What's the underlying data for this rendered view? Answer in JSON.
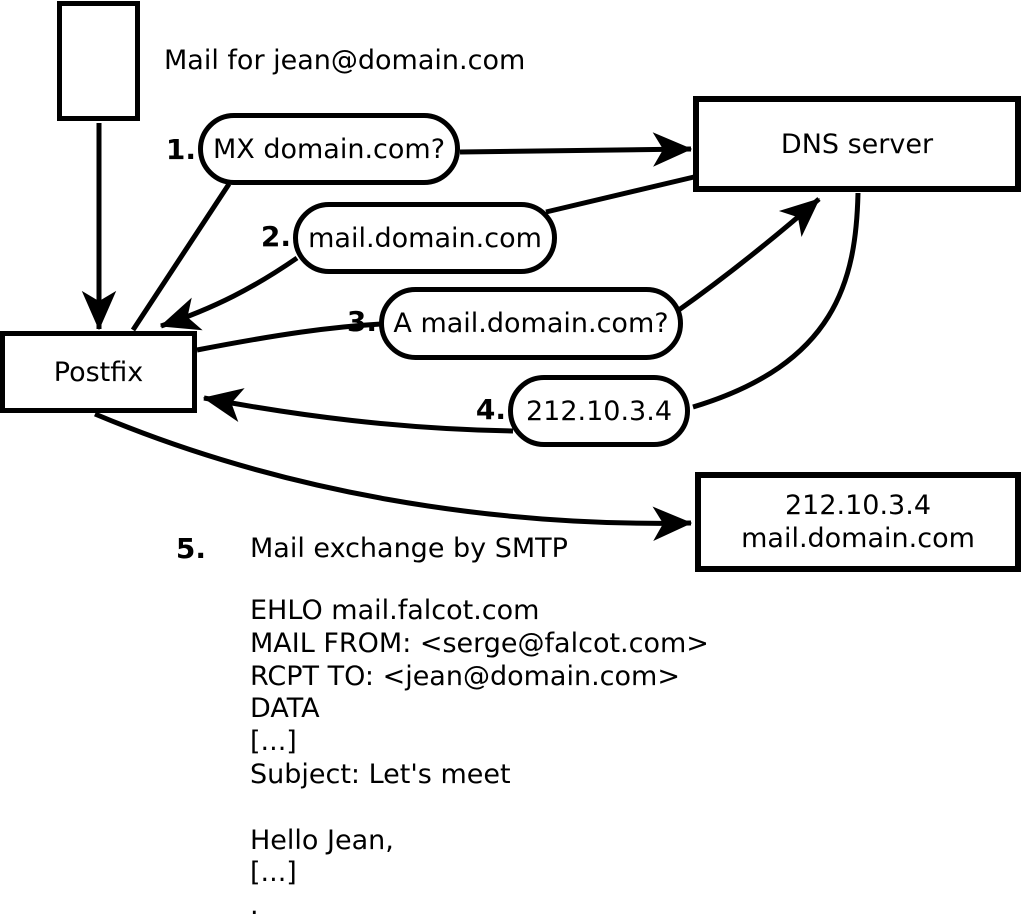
{
  "diagram": {
    "title": "Mail for jean@domain.com",
    "nodes": {
      "postfix": {
        "label": "Postfix"
      },
      "dns_server": {
        "label": "DNS server"
      },
      "mail_server": {
        "lines": [
          "212.10.3.4",
          "mail.domain.com"
        ]
      }
    },
    "steps": [
      {
        "number": "1.",
        "label": "MX domain.com?"
      },
      {
        "number": "2.",
        "label": "mail.domain.com"
      },
      {
        "number": "3.",
        "label": "A mail.domain.com?"
      },
      {
        "number": "4.",
        "label": "212.10.3.4"
      },
      {
        "number": "5.",
        "label": "Mail exchange by SMTP"
      }
    ],
    "smtp_session": "EHLO mail.falcot.com\nMAIL FROM: <serge@falcot.com>\nRCPT TO: <jean@domain.com>\nDATA\n[...]\nSubject: Let's meet\n\nHello Jean,\n[...]\n.",
    "colors": {
      "ink": "#000000",
      "background": "#ffffff"
    }
  }
}
